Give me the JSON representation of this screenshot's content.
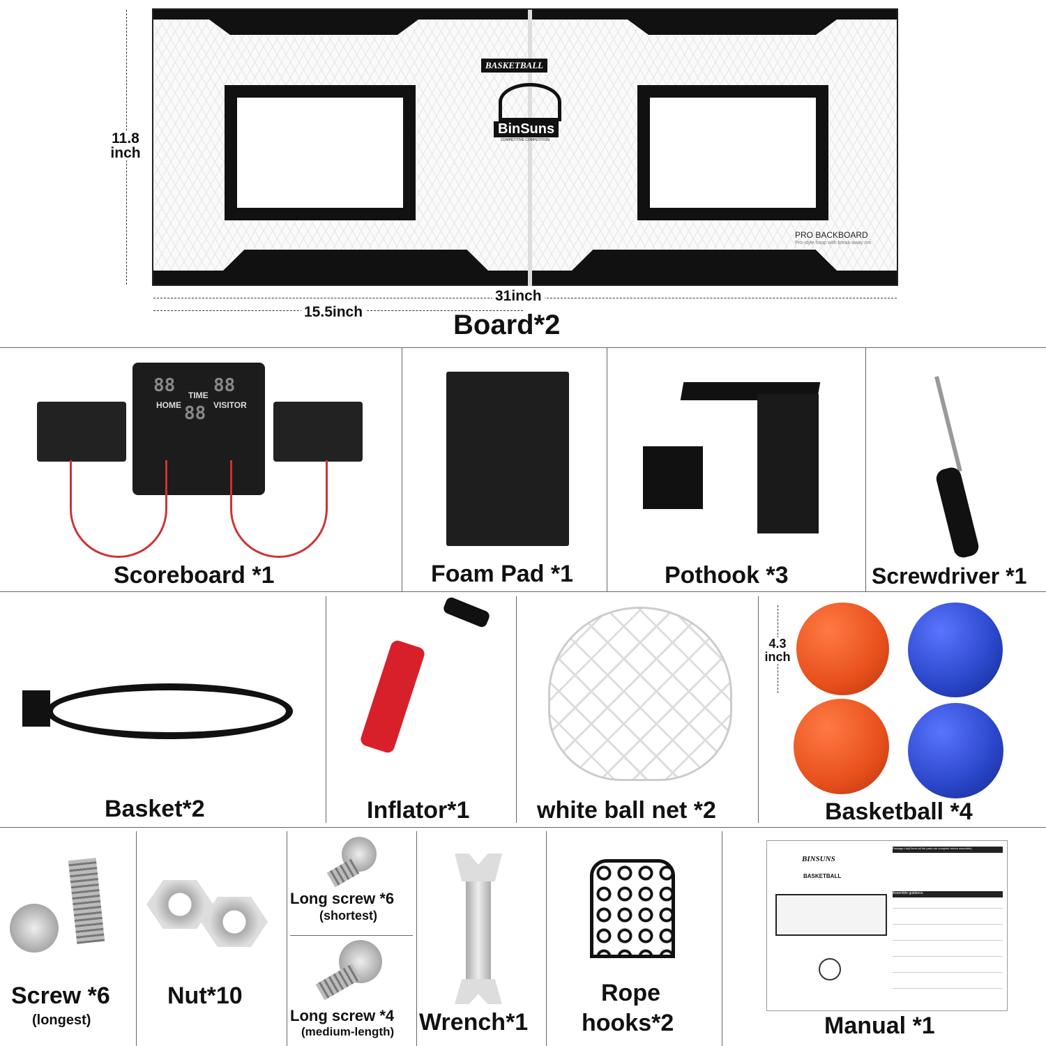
{
  "board": {
    "logo_top": "BASKETBALL",
    "logo_brand": "BinSuns",
    "logo_tagline": "COMPETITIVE COMPETITION",
    "badge_title": "PRO BACKBOARD",
    "badge_sub": "Pro-style hoop with break-away rim",
    "height_value": "11.8",
    "height_unit": "inch",
    "width_full": "31inch",
    "width_half": "15.5inch",
    "label": "Board*2"
  },
  "scoreboard": {
    "home": "HOME",
    "time": "TIME",
    "visitor": "VISITOR",
    "digits": "88",
    "label": "Scoreboard  *1"
  },
  "foam_pad": {
    "label": "Foam Pad  *1"
  },
  "pothook": {
    "label": "Pothook  *3"
  },
  "screwdriver": {
    "label": "Screwdriver *1"
  },
  "basket": {
    "label": "Basket*2"
  },
  "inflator": {
    "label": "Inflator*1"
  },
  "net": {
    "label": "white ball net  *2"
  },
  "basketball": {
    "size_value": "4.3",
    "size_unit": "inch",
    "label": "Basketball  *4",
    "colors": {
      "orange": "#e8501c",
      "blue": "#2a46c8"
    }
  },
  "screw": {
    "label": "Screw  *6",
    "note": "(longest)"
  },
  "nut": {
    "label": "Nut*10"
  },
  "long_screw_short": {
    "label": "Long screw *6",
    "note": "(shortest)"
  },
  "long_screw_medium": {
    "label": "Long screw *4",
    "note": "(medium-length)"
  },
  "wrench": {
    "label": "Wrench*1"
  },
  "rope_hooks": {
    "label_1": "Rope",
    "label_2": "hooks*2"
  },
  "manual": {
    "brand": "BINSUNS",
    "title": "BASKETBALL",
    "package_list": "Package List(Check all the parts are complete before assemble)",
    "assemble": "Assemble guidance",
    "label": "Manual  *1"
  }
}
